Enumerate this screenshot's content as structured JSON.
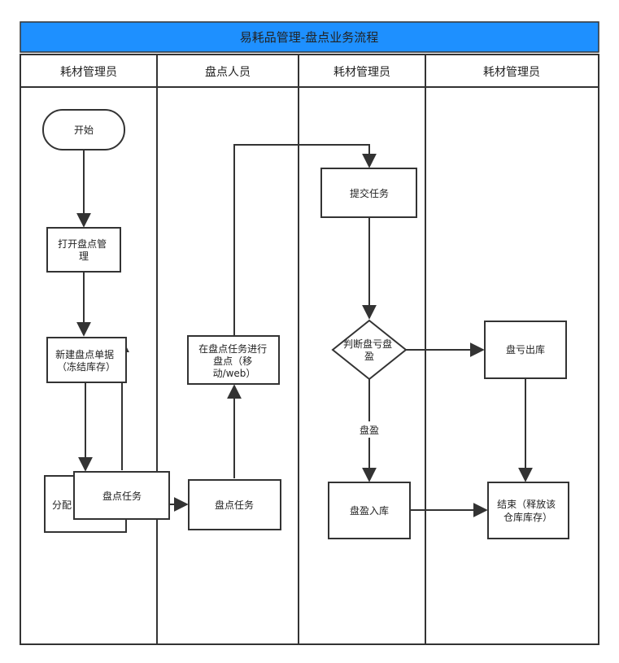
{
  "title": "易耗品管理-盘点业务流程",
  "colors": {
    "title_bar": "#1E90FF",
    "stroke": "#333333",
    "background": "#FFFFFF"
  },
  "lanes": [
    {
      "label": "耗材管理员"
    },
    {
      "label": "盘点人员"
    },
    {
      "label": "耗材管理员"
    },
    {
      "label": "耗材管理员"
    }
  ],
  "nodes": {
    "start": {
      "text": "开始"
    },
    "open_management": {
      "lines": [
        "打开盘点管",
        "理"
      ]
    },
    "new_inventory_doc": {
      "lines": [
        "新建盘点单据",
        "（冻结库存）"
      ]
    },
    "assign_partial": {
      "text": "分配"
    },
    "inventory_task_left": {
      "text": "盘点任务"
    },
    "inventory_task_right": {
      "text": "盘点任务"
    },
    "perform_inventory": {
      "lines": [
        "在盘点任务进行",
        "盘点（移",
        "动/web）"
      ]
    },
    "submit_task": {
      "text": "提交任务"
    },
    "judge": {
      "lines": [
        "判断盘亏盘",
        "盈"
      ]
    },
    "loss_outbound": {
      "text": "盘亏出库"
    },
    "surplus_inbound": {
      "text": "盘盈入库"
    },
    "end": {
      "lines": [
        "结束（释放该",
        "仓库库存）"
      ]
    }
  },
  "edge_labels": {
    "surplus": "盘盈"
  }
}
